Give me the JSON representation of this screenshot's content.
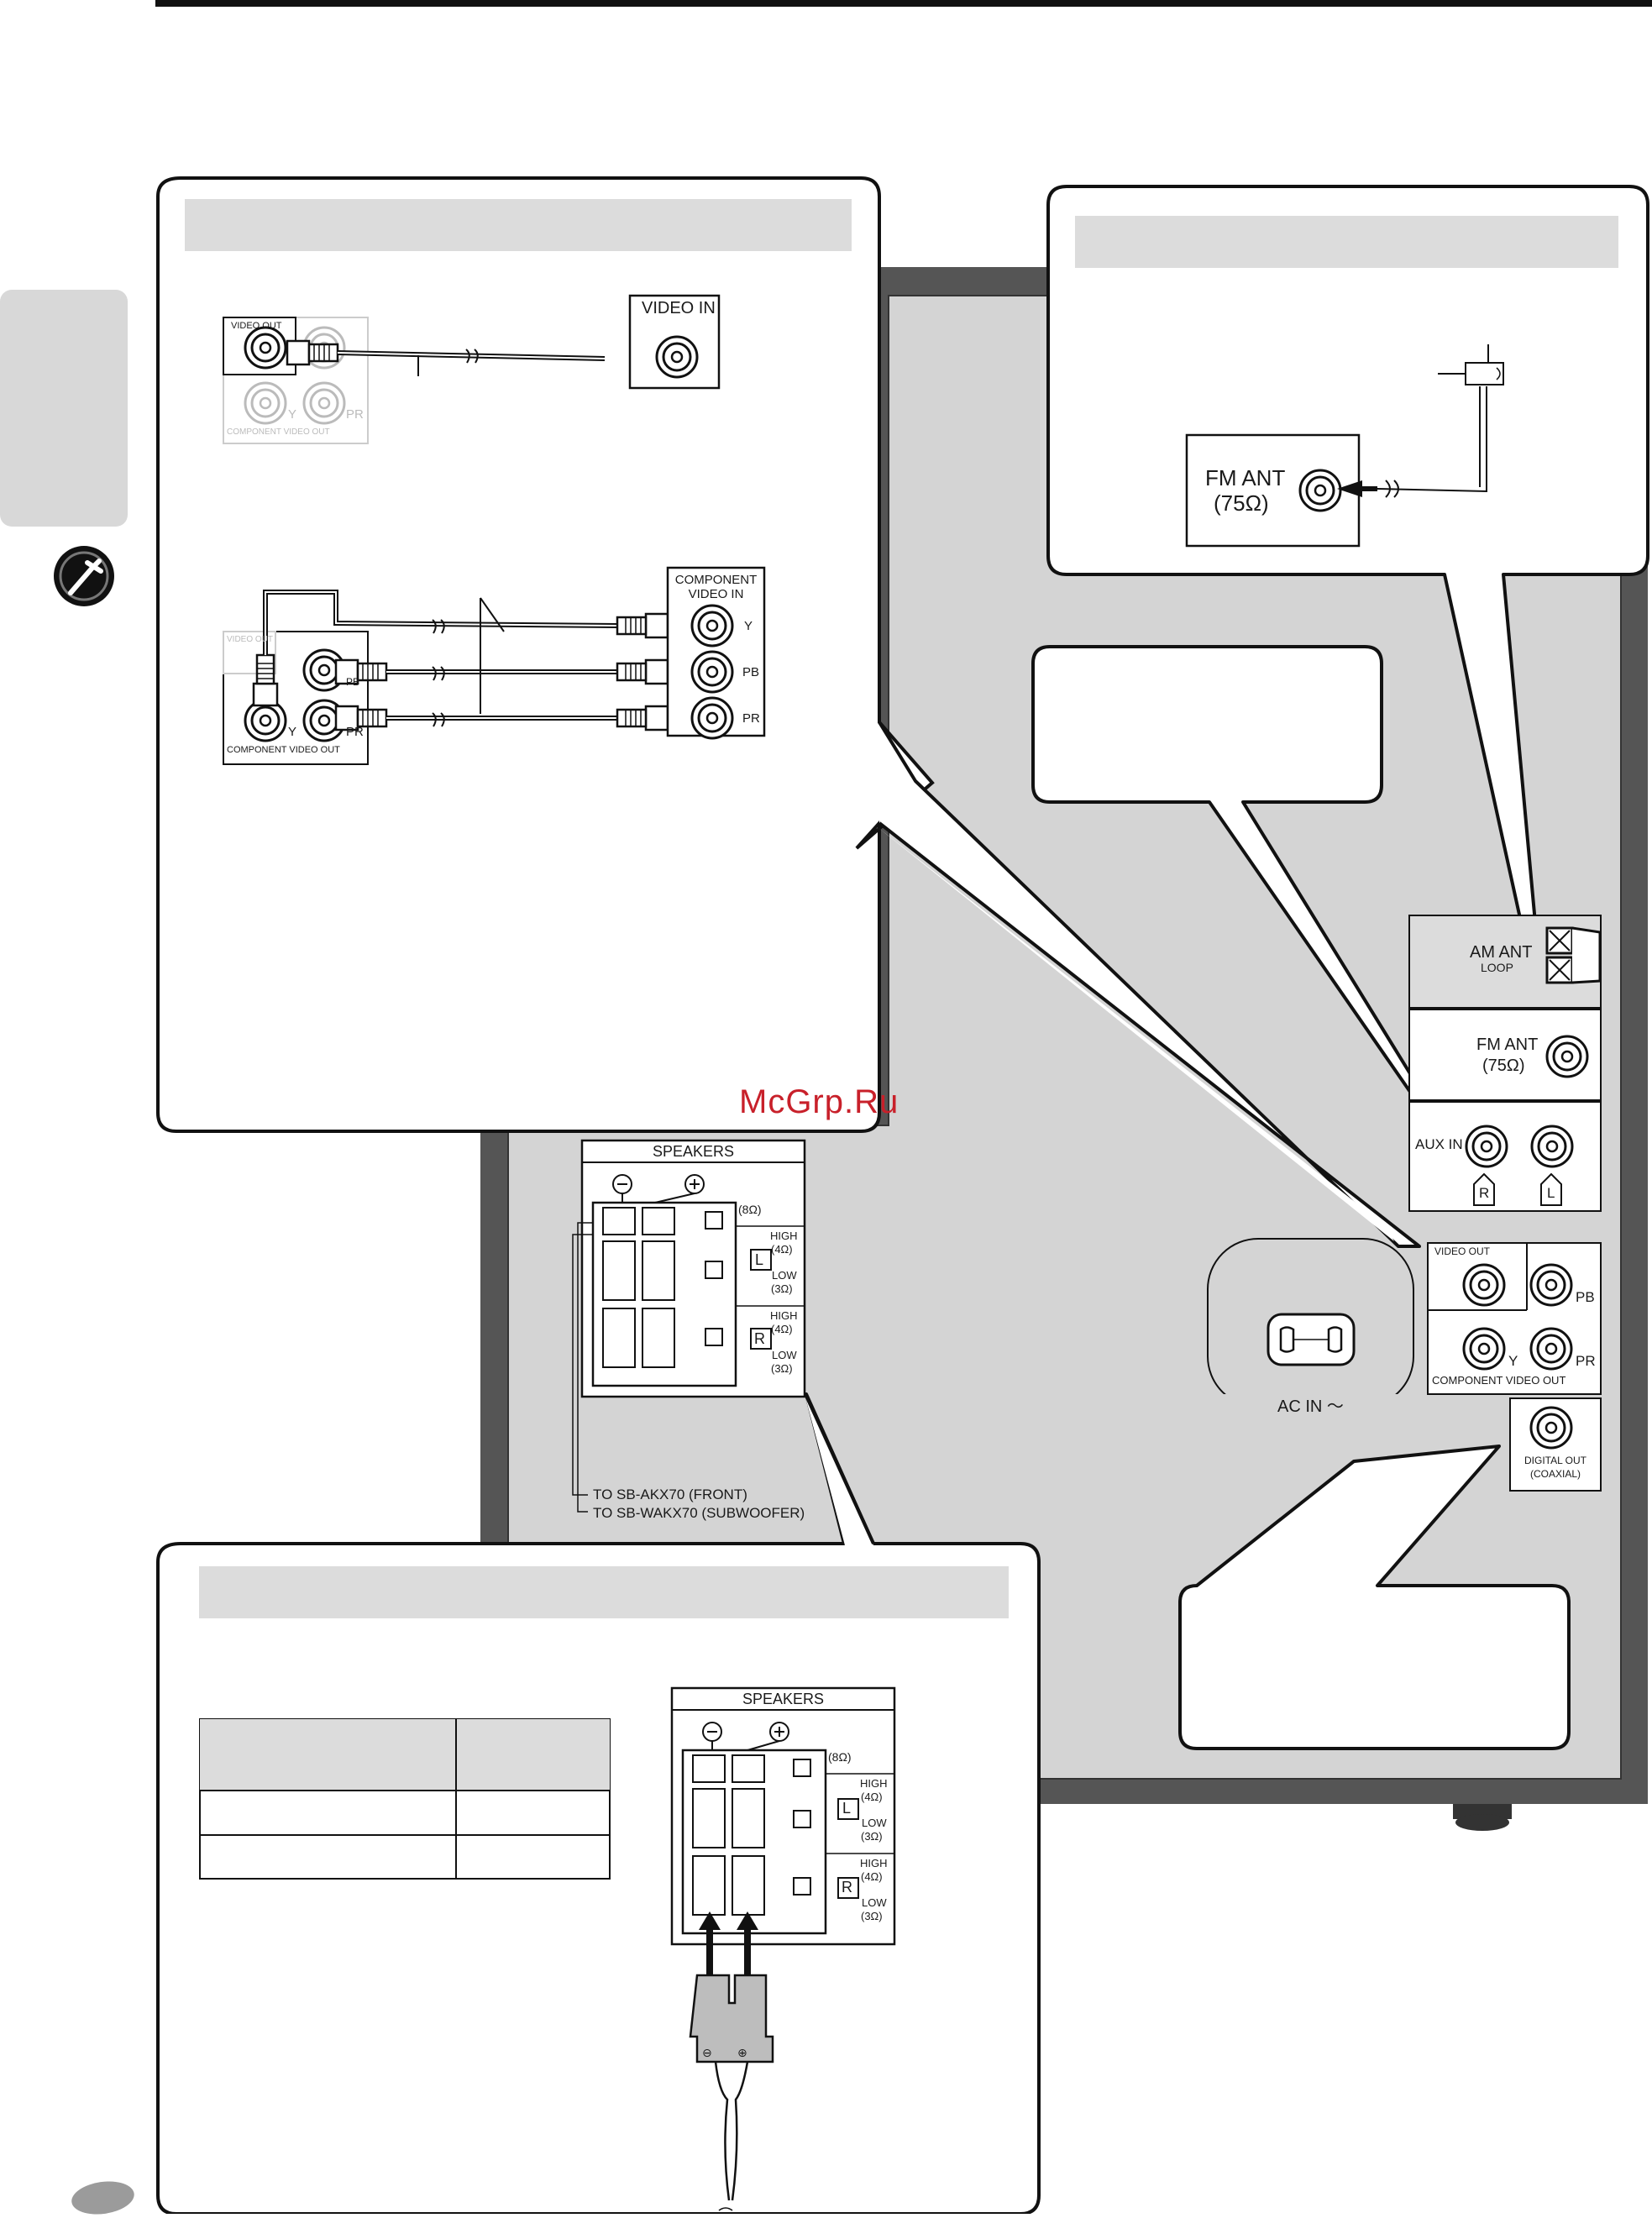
{
  "watermark": "McGrp.Ru",
  "video_panel": {
    "video_out": "VIDEO OUT",
    "video_in": "VIDEO IN",
    "y": "Y",
    "pb": "PB",
    "pr": "PR",
    "component_video_out": "COMPONENT VIDEO OUT",
    "component_video_in_line1": "COMPONENT",
    "component_video_in_line2": "VIDEO IN"
  },
  "antenna_panel": {
    "fm_ant": "FM ANT",
    "impedance": "(75Ω)"
  },
  "rear_panel": {
    "am_ant": "AM ANT",
    "loop": "LOOP",
    "fm_ant": "FM ANT",
    "fm_impedance": "(75Ω)",
    "aux_in": "AUX IN",
    "aux_r": "R",
    "aux_l": "L",
    "video_out": "VIDEO OUT",
    "pb": "PB",
    "pr": "PR",
    "y": "Y",
    "component_video_out": "COMPONENT VIDEO OUT",
    "digital_out": "DIGITAL OUT",
    "coaxial": "(COAXIAL)",
    "ac_in": "AC IN ～"
  },
  "speaker_terminal": {
    "title": "SPEAKERS",
    "minus": "⊖",
    "plus": "⊕",
    "ohm8": "(8Ω)",
    "high": "HIGH",
    "ohm4": "(4Ω)",
    "low": "LOW",
    "ohm3": "(3Ω)",
    "left": "L",
    "right": "R",
    "to_front": "TO SB-AKX70 (FRONT)",
    "to_sub": "TO SB-WAKX70 (SUBWOOFER)"
  },
  "speaker_panel": {
    "title": "SPEAKERS",
    "ohm8": "(8Ω)",
    "high": "HIGH",
    "ohm4": "(4Ω)",
    "low": "LOW",
    "ohm3": "(3Ω)",
    "left": "L",
    "right": "R",
    "plug_minus": "⊖",
    "plug_plus": "⊕"
  },
  "colors": {
    "panel_gray": "#d4d4d4",
    "frame_dark": "#4a4a4a",
    "header_bar": "#dcdcdc",
    "watermark": "#c8202a"
  }
}
